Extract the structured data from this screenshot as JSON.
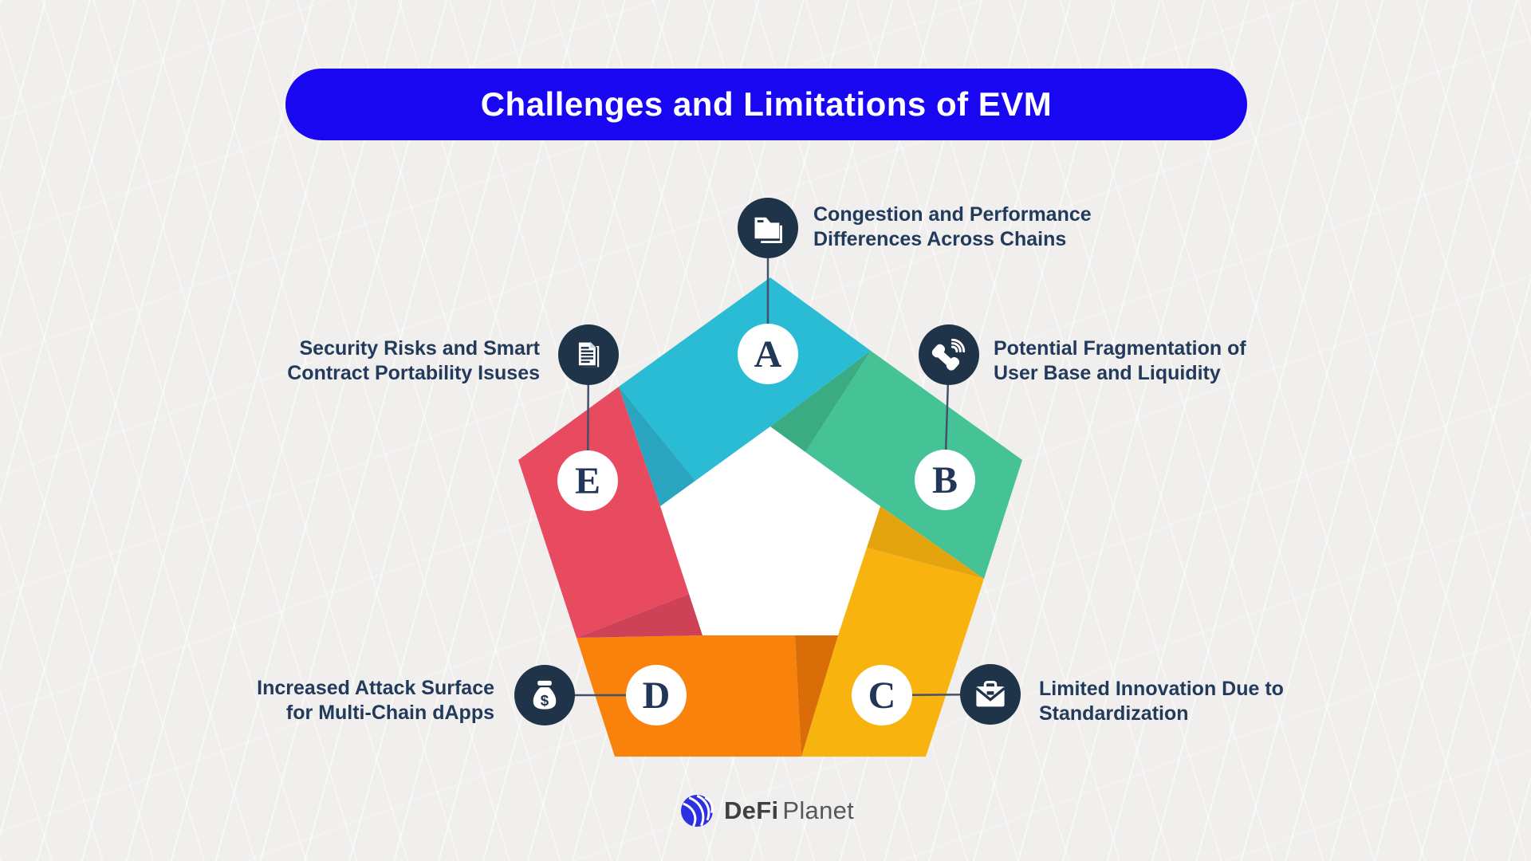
{
  "banner": {
    "title": "Challenges and Limitations of EVM"
  },
  "colors": {
    "background": "#f0efed",
    "banner_bg": "#1807f0",
    "banner_text": "#ffffff",
    "inner_pentagon": "#ffffff",
    "icon_circle_bg": "#1f3349",
    "letter_text": "#21375a",
    "label_text": "#223a5c",
    "connector_line": "#44516a"
  },
  "items": [
    {
      "letter": "A",
      "icon": "folder-icon",
      "line1": "Congestion and Performance",
      "line2": "Differences Across Chains",
      "color": "#2abcd4",
      "fold_color": "#2aa5c0"
    },
    {
      "letter": "B",
      "icon": "phone-signal-icon",
      "line1": "Potential Fragmentation of",
      "line2": "User Base and Liquidity",
      "color": "#45c296",
      "fold_color": "#3bab81"
    },
    {
      "letter": "C",
      "icon": "briefcase-icon",
      "line1": "Limited Innovation Due to",
      "line2": "Standardization",
      "color": "#f9b30f",
      "fold_color": "#e3a40e"
    },
    {
      "letter": "D",
      "icon": "money-bag-icon",
      "line1": "Increased Attack Surface",
      "line2": "for Multi-Chain dApps",
      "color": "#f8820b",
      "fold_color": "#d96d08"
    },
    {
      "letter": "E",
      "icon": "documents-icon",
      "line1": "Security Risks and Smart",
      "line2": "Contract Portability Isuses",
      "color": "#e84a5f",
      "fold_color": "#ce4257"
    }
  ],
  "footer": {
    "brand_bold": "DeFi",
    "brand_light": "Planet"
  }
}
